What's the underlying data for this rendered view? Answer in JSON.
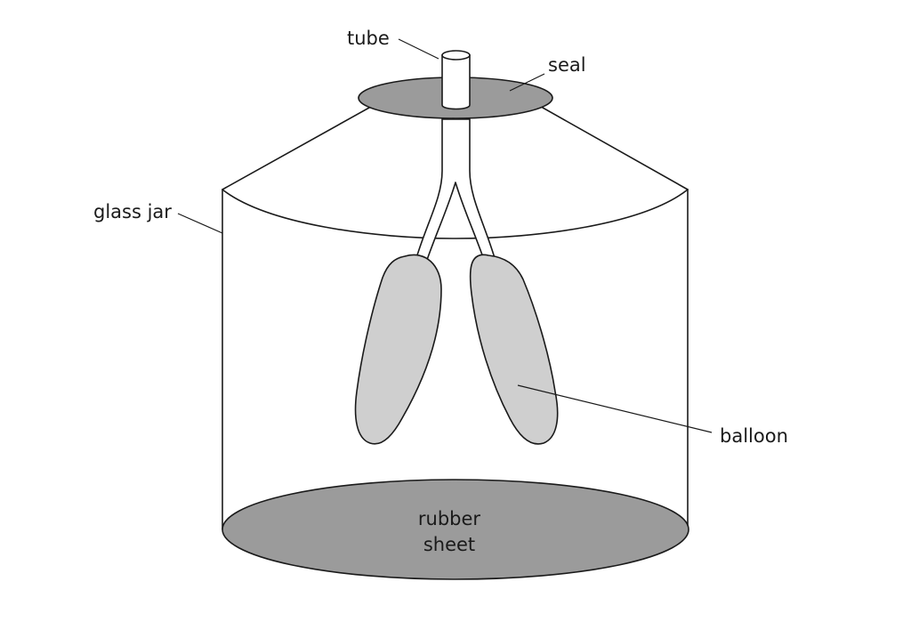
{
  "labels": {
    "tube": "tube",
    "seal": "seal",
    "glass_jar": "glass jar",
    "balloon": "balloon",
    "rubber_sheet_line1": "rubber",
    "rubber_sheet_line2": "sheet"
  },
  "colors": {
    "seal": "#9b9b9b",
    "rubber_sheet": "#9b9b9b",
    "balloon": "#cfcfcf",
    "jar": "#ffffff",
    "outline": "#1a1a1a"
  }
}
